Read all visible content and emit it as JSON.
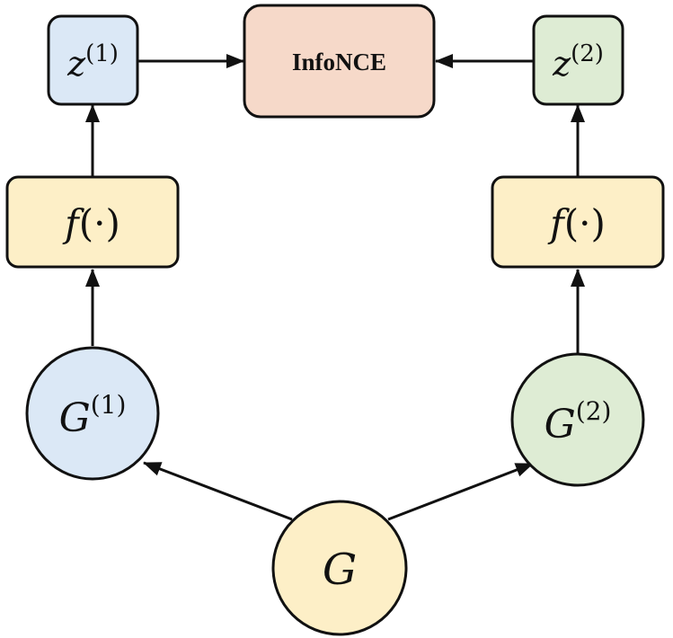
{
  "diagram": {
    "nodes": {
      "infonce": {
        "label": "InfoNCE",
        "fill": "#f6d9c9"
      },
      "z1": {
        "base": "z",
        "sup": "(1)",
        "fill": "#dbe8f6"
      },
      "z2": {
        "base": "z",
        "sup": "(2)",
        "fill": "#deecd4"
      },
      "f1": {
        "label_f": "f",
        "label_rest": "(·)",
        "fill": "#fdefc7"
      },
      "f2": {
        "label_f": "f",
        "label_rest": "(·)",
        "fill": "#fdefc7"
      },
      "g1": {
        "base": "G",
        "sup": "(1)",
        "fill": "#dbe8f6"
      },
      "g2": {
        "base": "G",
        "sup": "(2)",
        "fill": "#deecd4"
      },
      "g": {
        "base": "G",
        "fill": "#fdefc7"
      }
    },
    "edges": [
      {
        "from": "g",
        "to": "g1"
      },
      {
        "from": "g",
        "to": "g2"
      },
      {
        "from": "g1",
        "to": "f1"
      },
      {
        "from": "g2",
        "to": "f2"
      },
      {
        "from": "f1",
        "to": "z1"
      },
      {
        "from": "f2",
        "to": "z2"
      },
      {
        "from": "z1",
        "to": "infonce"
      },
      {
        "from": "z2",
        "to": "infonce"
      }
    ]
  }
}
